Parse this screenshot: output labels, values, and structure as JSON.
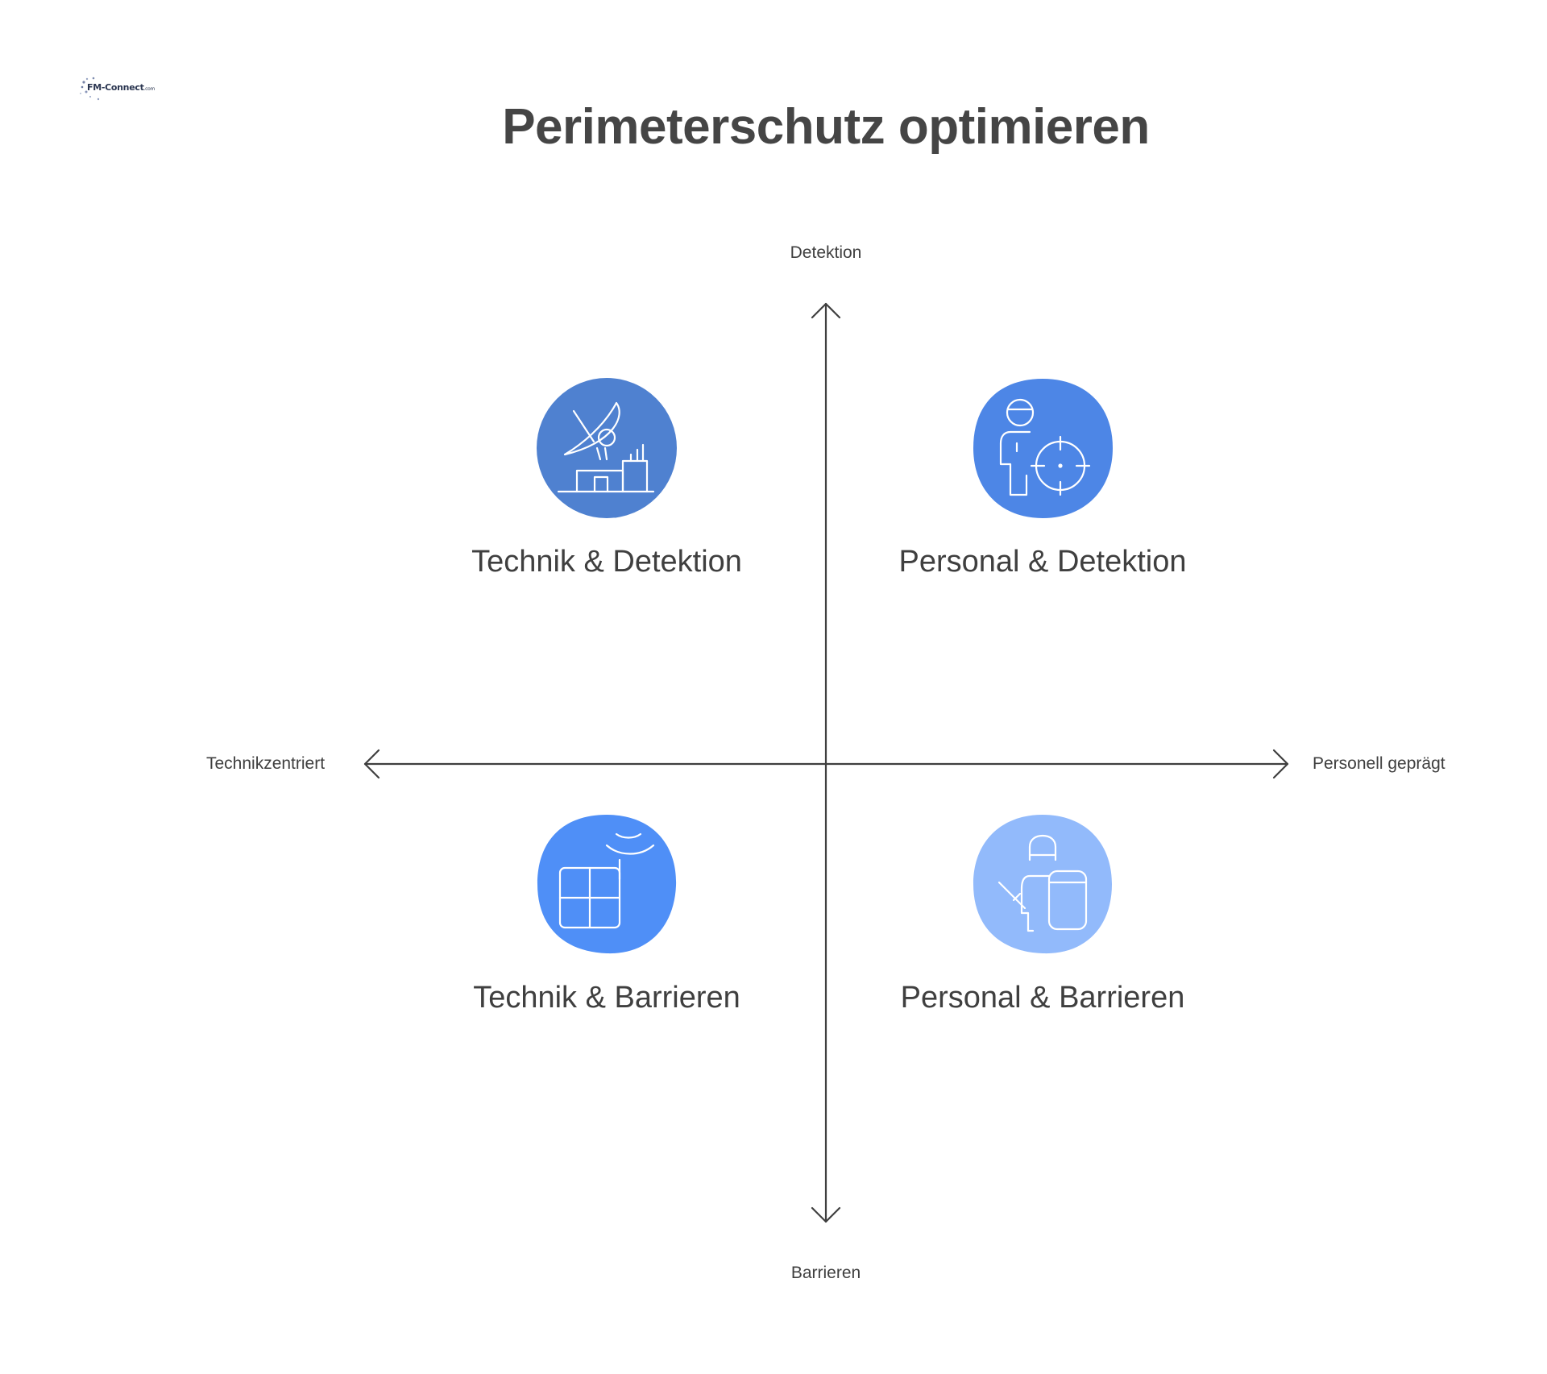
{
  "logo": {
    "text": "FM-Connect",
    "suffix": ".com"
  },
  "title": "Perimeterschutz optimieren",
  "axes": {
    "top": "Detektion",
    "bottom": "Barrieren",
    "left": "Technikzentriert",
    "right": "Personell geprägt",
    "color": "#3f3f3f"
  },
  "quadrants": [
    {
      "label": "Technik & Detektion",
      "icon": "radar-dish-icon",
      "color": "#4f81d0"
    },
    {
      "label": "Personal & Detektion",
      "icon": "guard-target-icon",
      "color": "#4d86e6"
    },
    {
      "label": "Technik & Barrieren",
      "icon": "wall-sensor-icon",
      "color": "#4f8ff7"
    },
    {
      "label": "Personal & Barrieren",
      "icon": "guard-shield-icon",
      "color": "#92bafb"
    }
  ]
}
